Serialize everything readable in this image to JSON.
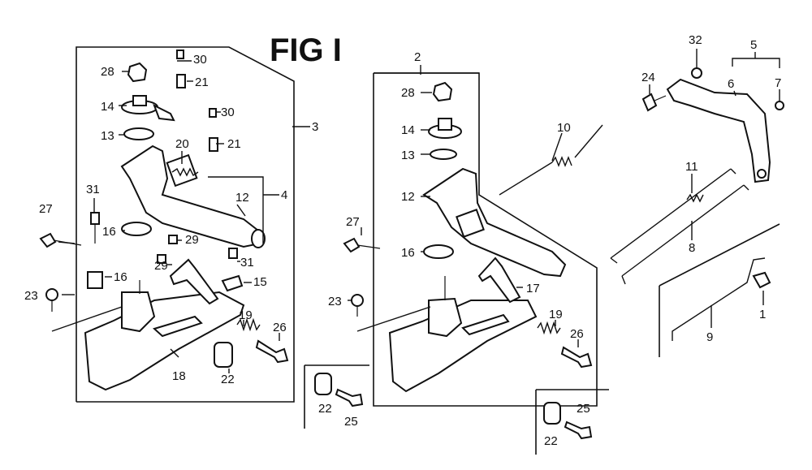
{
  "figure": {
    "title": "FIG I",
    "labels": {
      "n1": "1",
      "n2": "2",
      "n3": "3",
      "n4": "4",
      "n5": "5",
      "n6": "6",
      "n7": "7",
      "n8": "8",
      "n9": "9",
      "n10": "10",
      "n11": "11",
      "n12": "12",
      "n13": "13",
      "n14": "14",
      "n15": "15",
      "n16": "16",
      "n17": "17",
      "n18": "18",
      "n19": "19",
      "n20": "20",
      "n21": "21",
      "n22": "22",
      "n23": "23",
      "n24": "24",
      "n25": "25",
      "n26": "26",
      "n27": "27",
      "n28": "28",
      "n29": "29",
      "n30": "30",
      "n31": "31",
      "n32": "32"
    }
  }
}
